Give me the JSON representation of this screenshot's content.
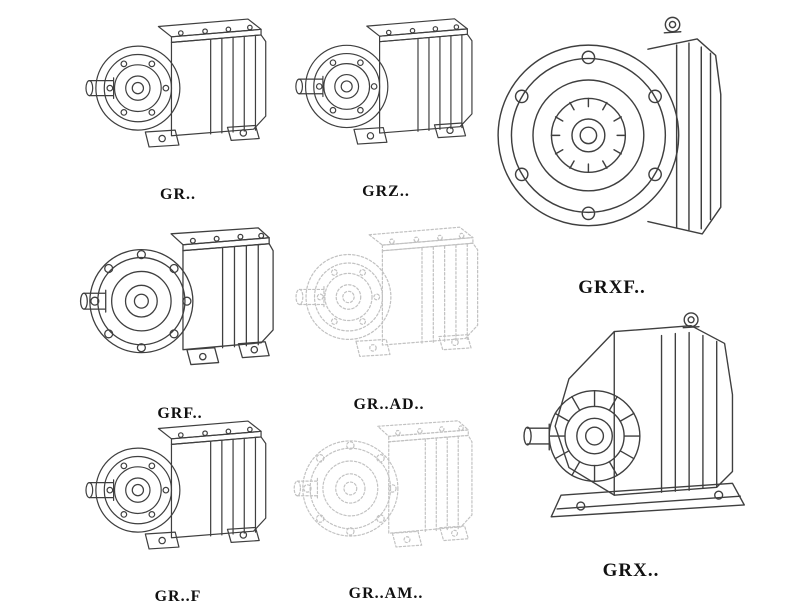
{
  "colors": {
    "line": "#3f3f3f",
    "ghost_line": "#c2c2c2",
    "background": "#ffffff",
    "label": "#111111"
  },
  "figures": [
    {
      "label": "GR..",
      "style": "solid",
      "description": "foot-mounted helical gear unit"
    },
    {
      "label": "GRZ..",
      "style": "solid",
      "description": "foot-mounted helical gear unit, reinforced"
    },
    {
      "label": "GRXF..",
      "style": "solid",
      "description": "flange-mounted single-stage helical gear unit"
    },
    {
      "label": "GRF..",
      "style": "solid",
      "description": "flange-mounted helical gear unit"
    },
    {
      "label": "GR..AD..",
      "style": "phantom",
      "description": "helical gear unit with AD input adapter"
    },
    {
      "label": "GR..F",
      "style": "solid",
      "description": "helical gear unit with mounting feet"
    },
    {
      "label": "GR..AM..",
      "style": "phantom",
      "description": "helical gear unit with AM motor adapter"
    },
    {
      "label": "GRX..",
      "style": "solid",
      "description": "foot-mounted single-stage helical gear unit"
    }
  ]
}
